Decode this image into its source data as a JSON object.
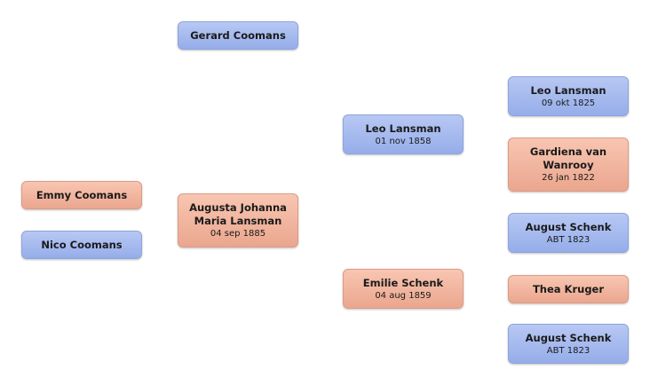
{
  "people": {
    "gerard": {
      "name": "Gerard Coomans",
      "sex": "male"
    },
    "emmy": {
      "name": "Emmy Coomans",
      "sex": "female"
    },
    "nico": {
      "name": "Nico Coomans",
      "sex": "male"
    },
    "augusta": {
      "name": "Augusta Johanna Maria Lansman",
      "date": "04 sep 1885",
      "sex": "female"
    },
    "leo_1858": {
      "name": "Leo Lansman",
      "date": "01 nov 1858",
      "sex": "male"
    },
    "emilie": {
      "name": "Emilie Schenk",
      "date": "04 aug 1859",
      "sex": "female"
    },
    "leo_1825": {
      "name": "Leo Lansman",
      "date": "09 okt 1825",
      "sex": "male"
    },
    "gardiena": {
      "name": "Gardiena van Wanrooy",
      "date": "26 jan 1822",
      "sex": "female"
    },
    "august_a": {
      "name": "August Schenk",
      "date": "ABT 1823",
      "sex": "male"
    },
    "thea": {
      "name": "Thea Kruger",
      "sex": "female"
    },
    "august_b": {
      "name": "August Schenk",
      "date": "ABT 1823",
      "sex": "male"
    }
  }
}
